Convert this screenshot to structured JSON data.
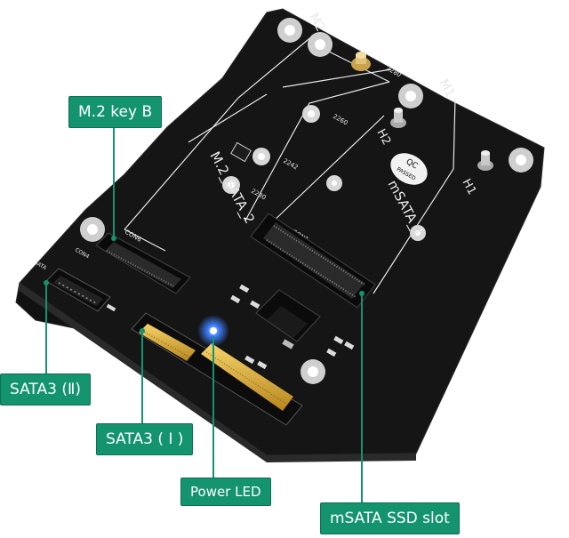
{
  "callouts": {
    "m2_key_b": "M.2 key B",
    "sata3_2": "SATA3 (Ⅱ)",
    "sata3_1": "SATA3 ( I )",
    "power_led": "Power LED",
    "msata_slot": "mSATA SSD slot"
  },
  "board": {
    "label_m2_sata_2": "M.2_SATA_2",
    "label_msata_1": "mSATA_1",
    "label_m2": "M2",
    "label_m1": "M1",
    "label_h1": "H1",
    "label_h2": "H2",
    "label_con6": "CON6",
    "label_con1": "CON1",
    "label_con4": "CON4",
    "label_sata": "SATA",
    "qc_badge_top": "QC",
    "qc_badge_bottom": "PASSED",
    "length_markers": [
      "2280",
      "2260",
      "2242",
      "2230"
    ]
  },
  "colors": {
    "board": "#151515",
    "callout": "#13946f",
    "silkscreen": "#e8e8e8",
    "led": "#2f6bff"
  }
}
